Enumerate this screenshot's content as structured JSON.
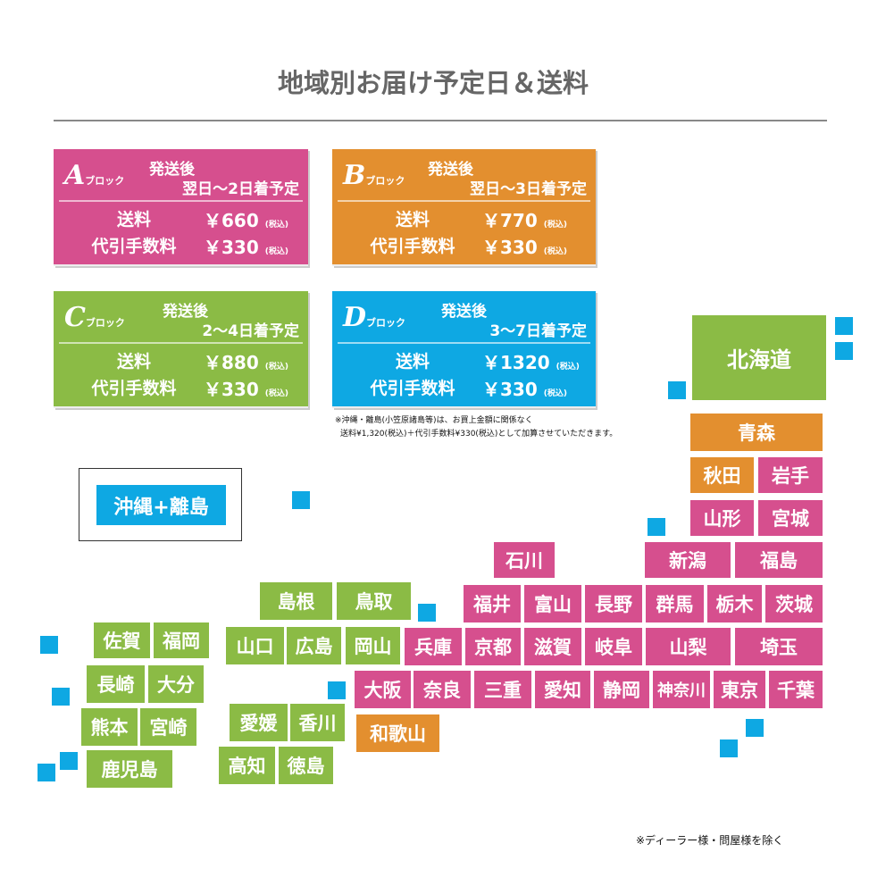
{
  "title": "地域別お届け予定日＆送料",
  "colors": {
    "A": "#d64f8e",
    "B": "#e38f2f",
    "C": "#8bbb45",
    "D": "#0ea8e3"
  },
  "blocks": [
    {
      "letter": "A",
      "suffix": "ブロック",
      "line1": "発送後",
      "line2": "翌日～2日着予定",
      "ship_label": "送料",
      "ship": "￥660",
      "cod_label": "代引手数料",
      "cod": "￥330",
      "tax": "(税込)"
    },
    {
      "letter": "B",
      "suffix": "ブロック",
      "line1": "発送後",
      "line2": "翌日～3日着予定",
      "ship_label": "送料",
      "ship": "￥770",
      "cod_label": "代引手数料",
      "cod": "￥330",
      "tax": "(税込)"
    },
    {
      "letter": "C",
      "suffix": "ブロック",
      "line1": "発送後",
      "line2": "2～4日着予定",
      "ship_label": "送料",
      "ship": "￥880",
      "cod_label": "代引手数料",
      "cod": "￥330",
      "tax": "(税込)"
    },
    {
      "letter": "D",
      "suffix": "ブロック",
      "line1": "発送後",
      "line2": "3～7日着予定",
      "ship_label": "送料",
      "ship": "￥1320",
      "cod_label": "代引手数料",
      "cod": "￥330",
      "tax": "(税込)"
    }
  ],
  "note1": "※沖縄・離島(小笠原諸島等)は、お買上金額に関係なく",
  "note2": "送料¥1,320(税込)＋代引手数料¥330(税込)として加算させていただきます。",
  "okinawa": "沖縄+離島",
  "footer": "※ディーラー様・問屋様を除く",
  "prefs": {
    "hokkaido": "北海道",
    "aomori": "青森",
    "akita": "秋田",
    "iwate": "岩手",
    "yamagata": "山形",
    "miyagi": "宮城",
    "niigata": "新潟",
    "fukushima": "福島",
    "ishikawa": "石川",
    "fukui": "福井",
    "toyama": "富山",
    "nagano": "長野",
    "gunma": "群馬",
    "tochigi": "栃木",
    "ibaraki": "茨城",
    "hyogo": "兵庫",
    "kyoto": "京都",
    "shiga": "滋賀",
    "gifu": "岐阜",
    "yamanashi": "山梨",
    "saitama": "埼玉",
    "osaka": "大阪",
    "nara": "奈良",
    "mie": "三重",
    "aichi": "愛知",
    "shizuoka": "静岡",
    "kanagawa": "神奈川",
    "tokyo": "東京",
    "chiba": "千葉",
    "wakayama": "和歌山",
    "shimane": "島根",
    "tottori": "鳥取",
    "yamaguchi": "山口",
    "hiroshima": "広島",
    "okayama": "岡山",
    "ehime": "愛媛",
    "kagawa": "香川",
    "kochi": "高知",
    "tokushima": "徳島",
    "saga": "佐賀",
    "fukuoka": "福岡",
    "nagasaki": "長崎",
    "oita": "大分",
    "kumamoto": "熊本",
    "miyazaki": "宮崎",
    "kagoshima": "鹿児島"
  }
}
